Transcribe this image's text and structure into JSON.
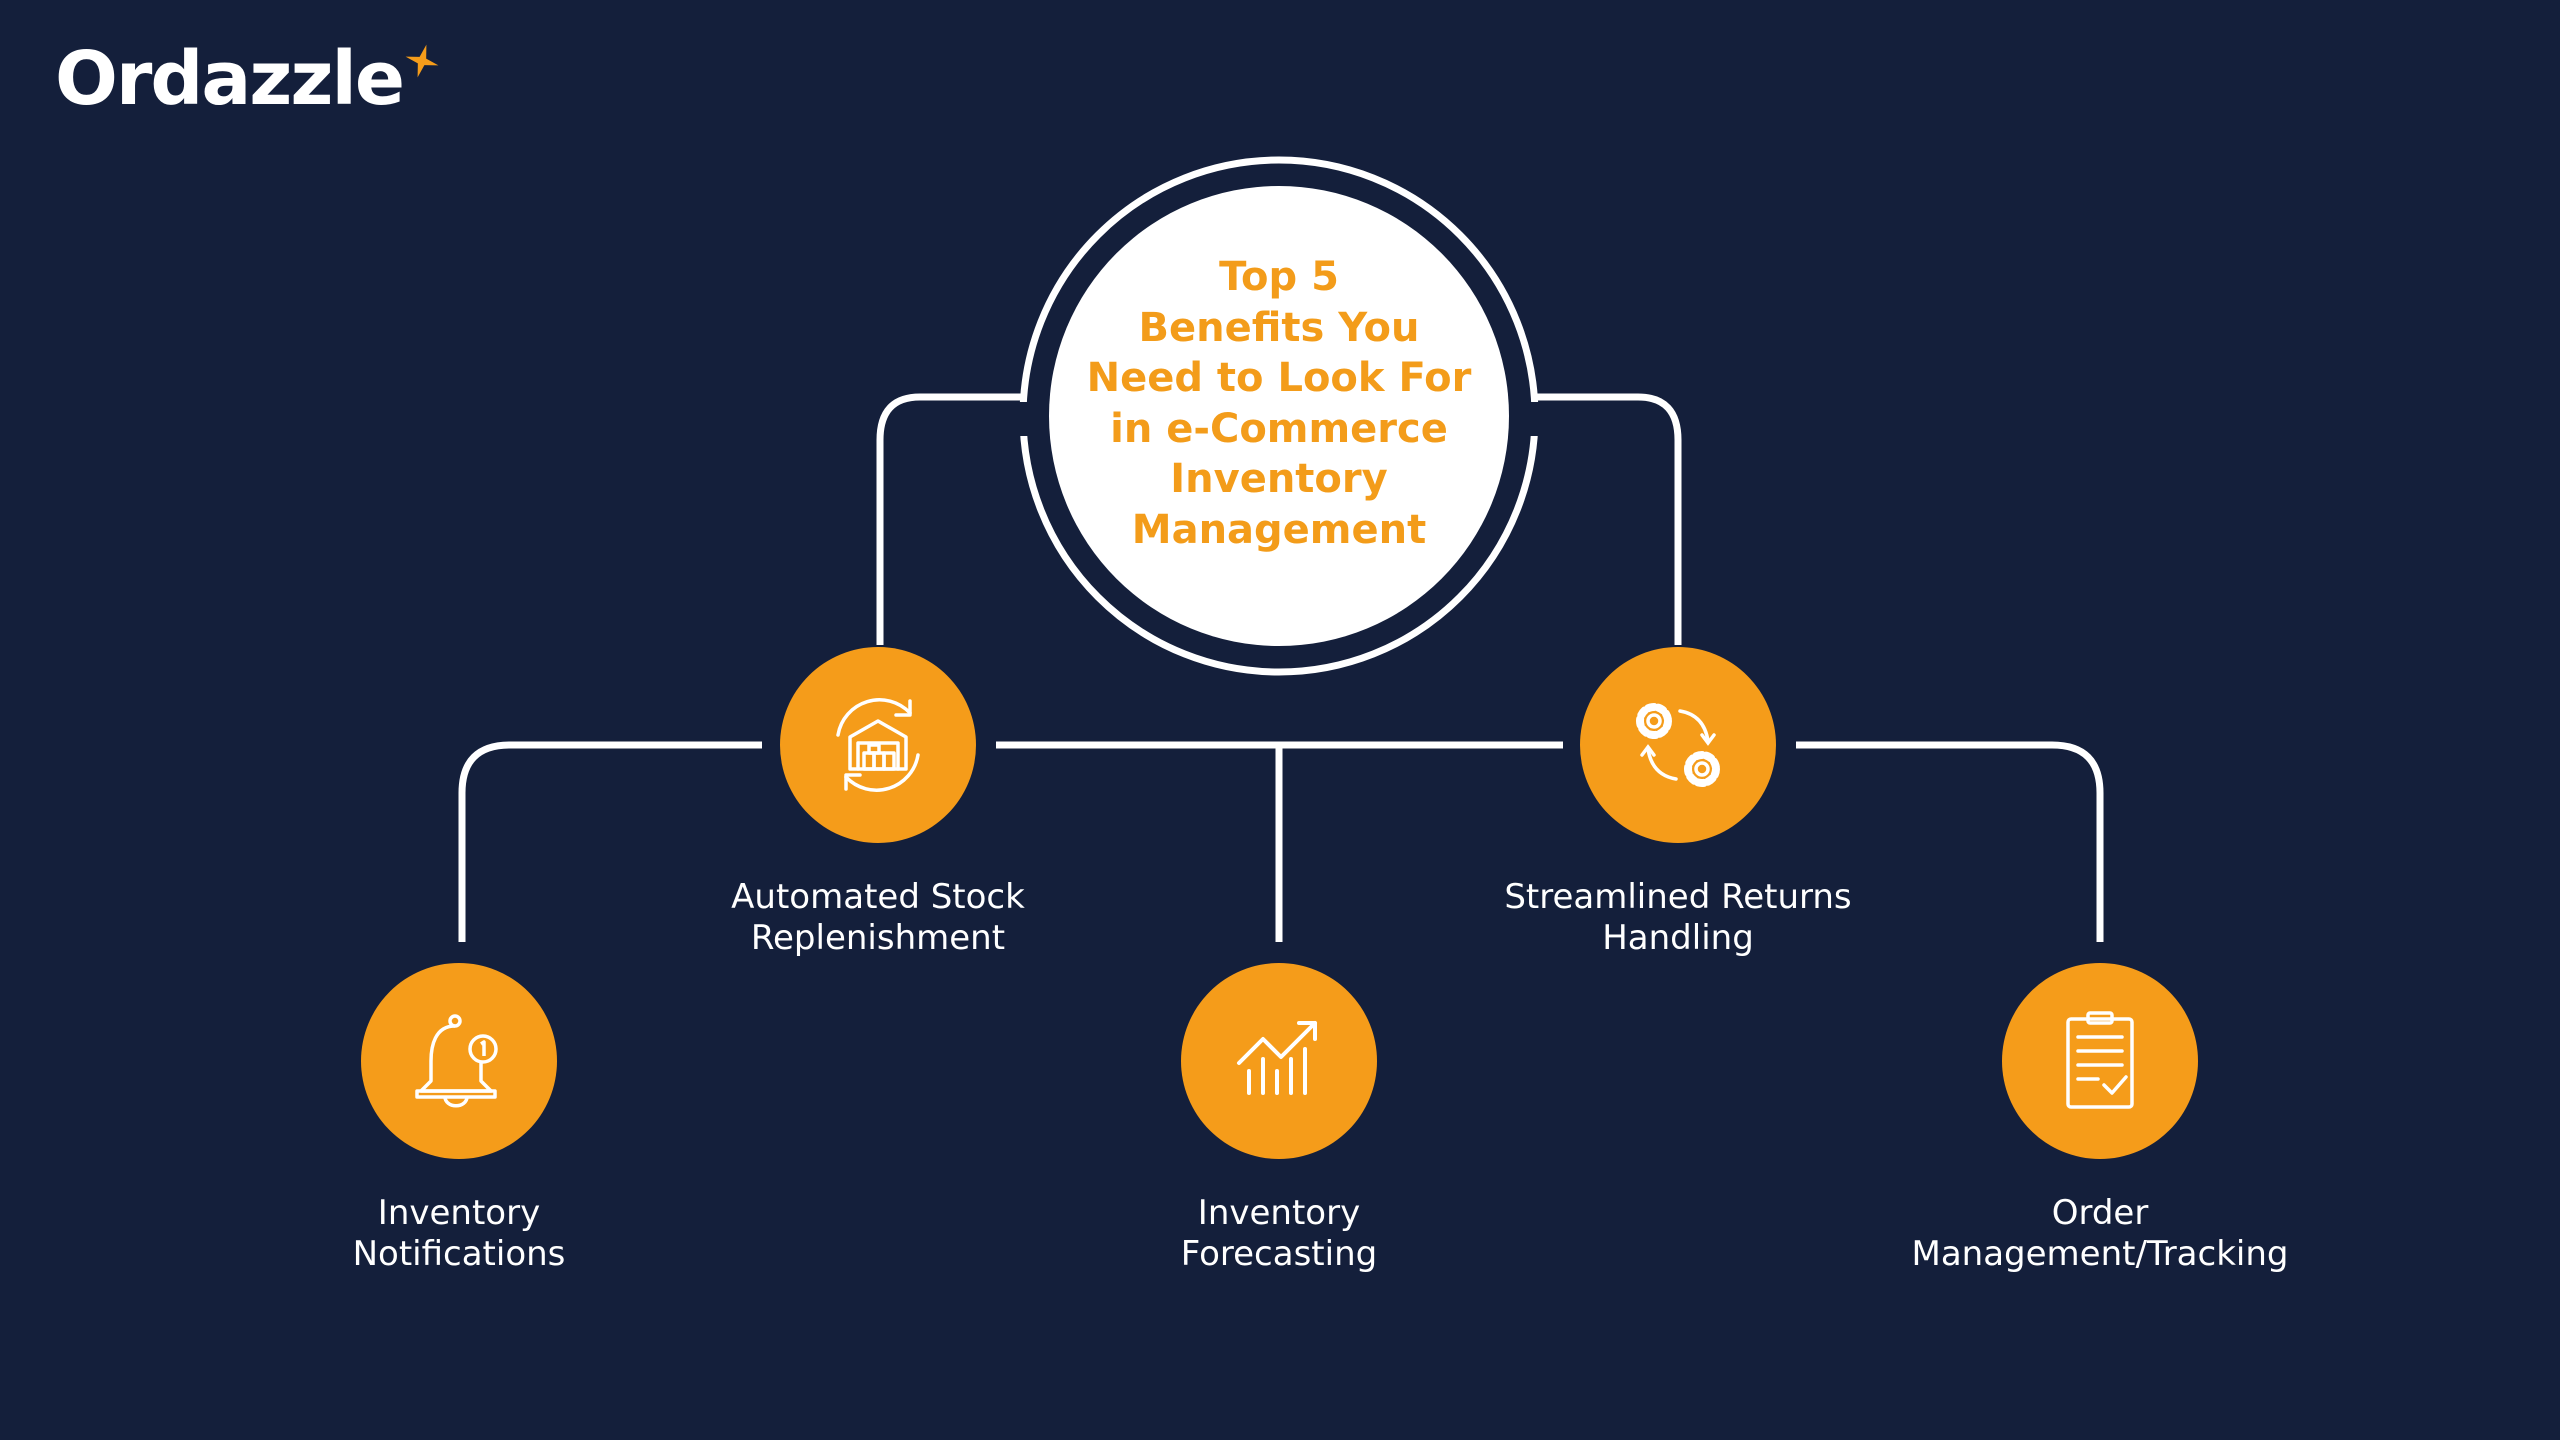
{
  "brand": {
    "name": "Ordazzle"
  },
  "center": {
    "title_lines": [
      "Top 5",
      "Benefits You",
      "Need to Look For",
      "in e-Commerce",
      "Inventory",
      "Management"
    ]
  },
  "benefits": [
    {
      "lines": [
        "Automated Stock",
        "Replenishment"
      ],
      "icon": "warehouse-cycle-icon"
    },
    {
      "lines": [
        "Streamlined Returns",
        "Handling"
      ],
      "icon": "gears-cycle-icon"
    },
    {
      "lines": [
        "Inventory",
        "Notifications"
      ],
      "icon": "bell-icon"
    },
    {
      "lines": [
        "Inventory",
        "Forecasting"
      ],
      "icon": "growth-chart-icon"
    },
    {
      "lines": [
        "Order",
        "Management/Tracking"
      ],
      "icon": "clipboard-check-icon"
    }
  ],
  "colors": {
    "background": "#141f3b",
    "accent": "#f59c1a",
    "line": "#ffffff"
  }
}
